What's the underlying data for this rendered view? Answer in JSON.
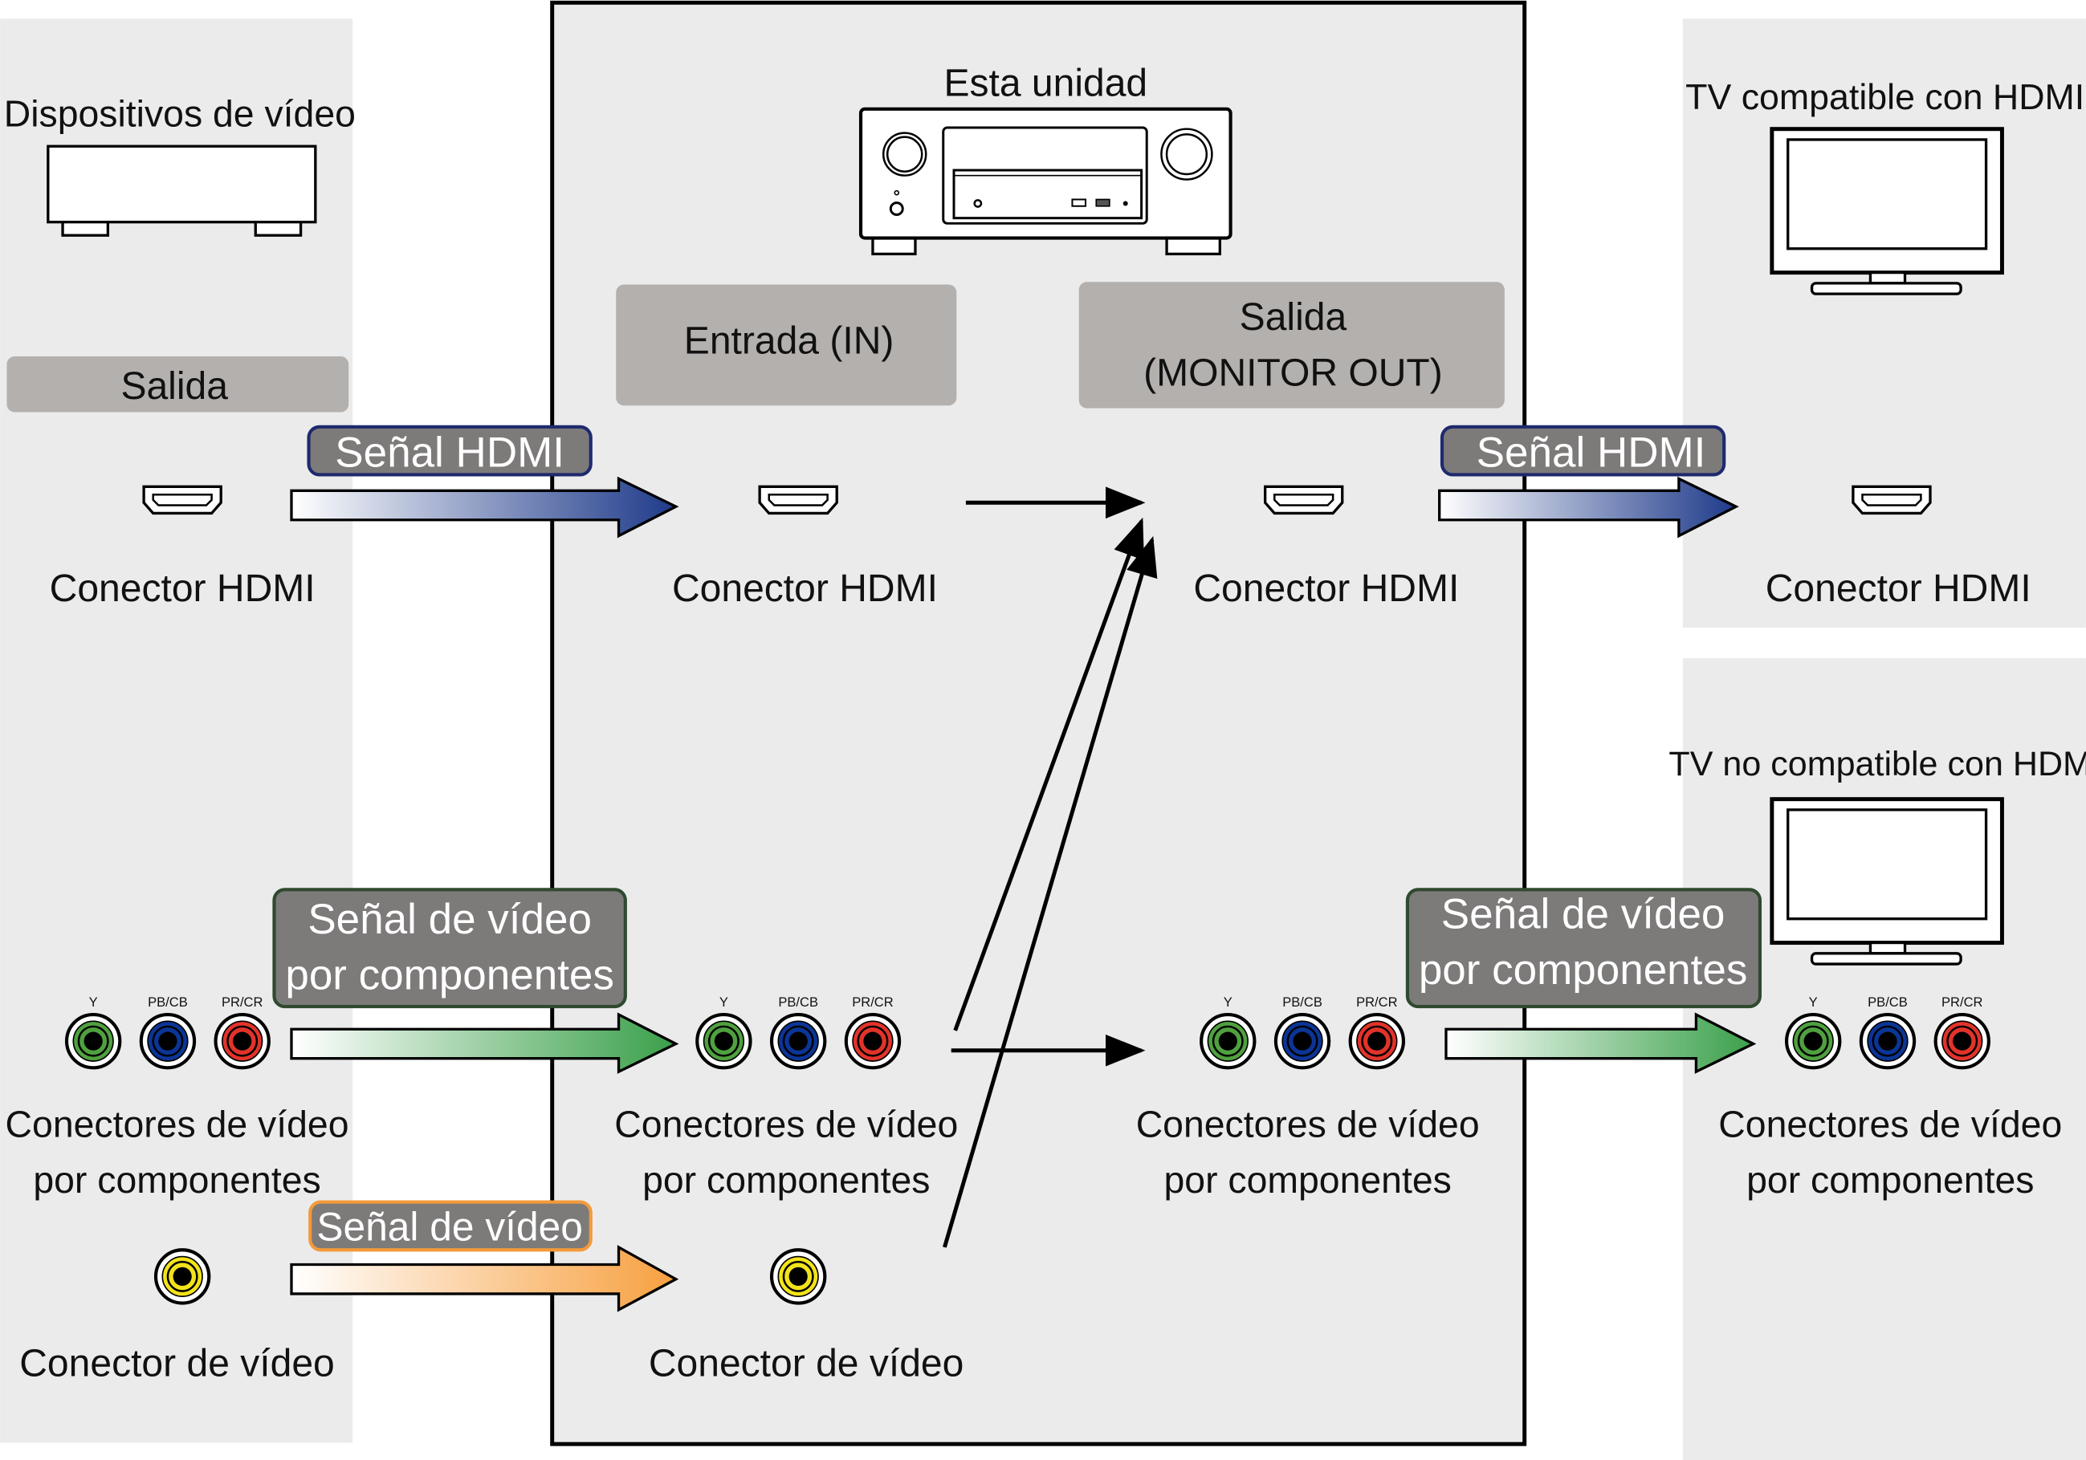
{
  "left": {
    "title": "Dispositivos de vídeo",
    "output_label": "Salida",
    "hdmi_label": "Conector HDMI",
    "component_label_1": "Conectores de vídeo",
    "component_label_2": "por componentes",
    "video_label": "Conector de vídeo"
  },
  "center": {
    "title": "Esta unidad",
    "input_label": "Entrada (IN)",
    "output_label_1": "Salida",
    "output_label_2": "(MONITOR OUT)",
    "hdmi_in_label": "Conector HDMI",
    "hdmi_out_label": "Conector HDMI",
    "component_in_label_1": "Conectores de vídeo",
    "component_in_label_2": "por componentes",
    "component_out_label_1": "Conectores de vídeo",
    "component_out_label_2": "por componentes",
    "video_in_label": "Conector de vídeo"
  },
  "right_top": {
    "title": "TV compatible con HDMI",
    "hdmi_label": "Conector HDMI"
  },
  "right_bottom": {
    "title": "TV no compatible con HDMI",
    "component_label_1": "Conectores de vídeo",
    "component_label_2": "por componentes"
  },
  "signals": {
    "hdmi": "Señal HDMI",
    "component_1": "Señal de vídeo",
    "component_2": "por componentes",
    "video": "Señal de vídeo"
  },
  "jack_labels": {
    "y": "Y",
    "pb": "PB/CB",
    "pr": "PR/CR"
  },
  "colors": {
    "panel": "#ebebeb",
    "label_box": "#b3b0ae",
    "badge": "#7d7a7a",
    "hdmi": "#1e3a8a",
    "component": "#3aa04a",
    "video": "#f7a040",
    "jack_green": "#4fa13f",
    "jack_blue": "#0b3596",
    "jack_red": "#e2332a",
    "jack_yellow": "#f2e31b"
  }
}
